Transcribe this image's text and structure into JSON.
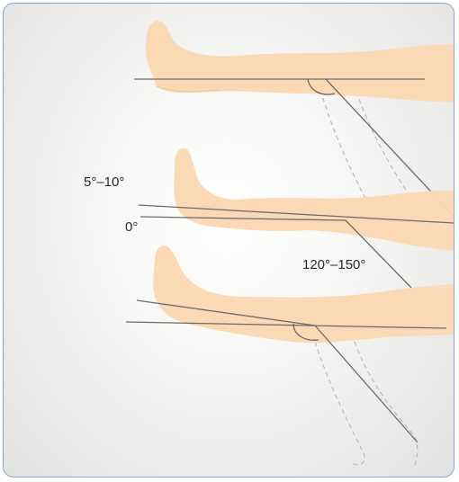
{
  "labels": {
    "hyperextension": "5°–10°",
    "neutral": "0°",
    "flexion": "120°–150°"
  },
  "colors": {
    "skin": "#fbd9b4",
    "skin_shadow": "#f1c89f",
    "line": "#6b6b6b",
    "ghost": "#b8b8b8",
    "border": "#8aa3c8"
  }
}
